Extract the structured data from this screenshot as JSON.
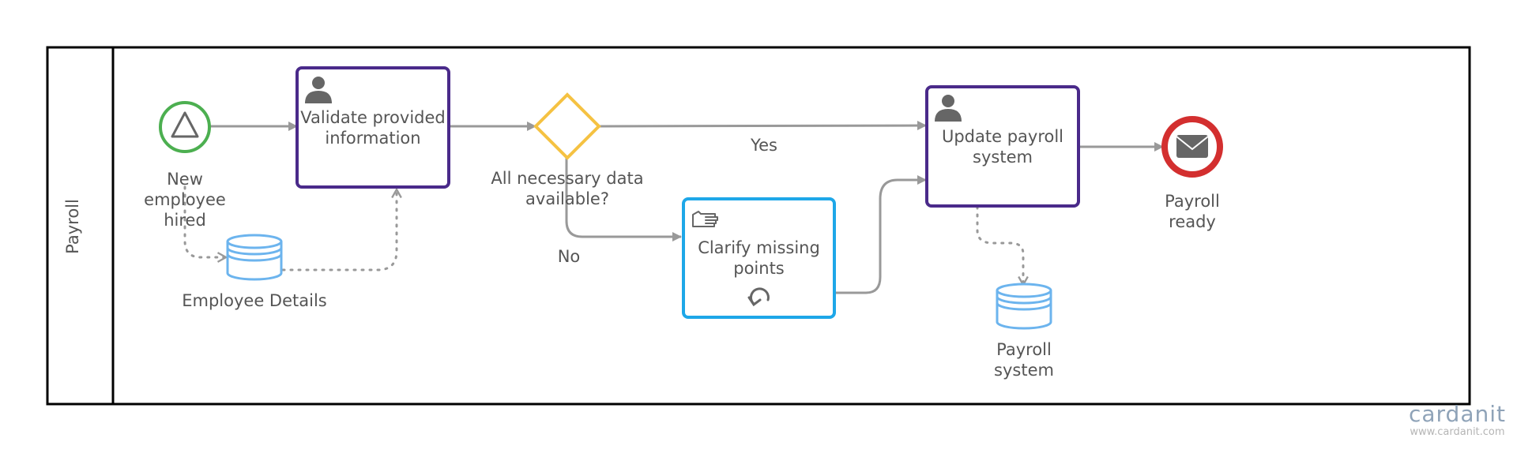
{
  "pool": {
    "label": "Payroll"
  },
  "events": {
    "start_label": [
      "New",
      "employee",
      "hired"
    ],
    "end_label": [
      "Payroll",
      "ready"
    ]
  },
  "tasks": {
    "validate_label": [
      "Validate provided",
      "information"
    ],
    "clarify_label": [
      "Clarify missing",
      "points"
    ],
    "update_label": [
      "Update payroll",
      "system"
    ]
  },
  "gateway": {
    "label": [
      "All necessary data",
      "available?"
    ]
  },
  "flows": {
    "yes_label": "Yes",
    "no_label": "No"
  },
  "data_stores": {
    "employee_label": "Employee Details",
    "payroll_label": [
      "Payroll",
      "system"
    ]
  },
  "watermark": {
    "logo": "cardanit",
    "url": "www.cardanit.com"
  },
  "colors": {
    "pool_border": "#000000",
    "start_event": "#4caf50",
    "end_event": "#d32f2f",
    "user_task": "#4a2a8a",
    "manual_task": "#1ea7e8",
    "gateway": "#f5c242",
    "data_store": "#6cb4ee",
    "sequence_flow": "#999999",
    "icon": "#666666"
  }
}
